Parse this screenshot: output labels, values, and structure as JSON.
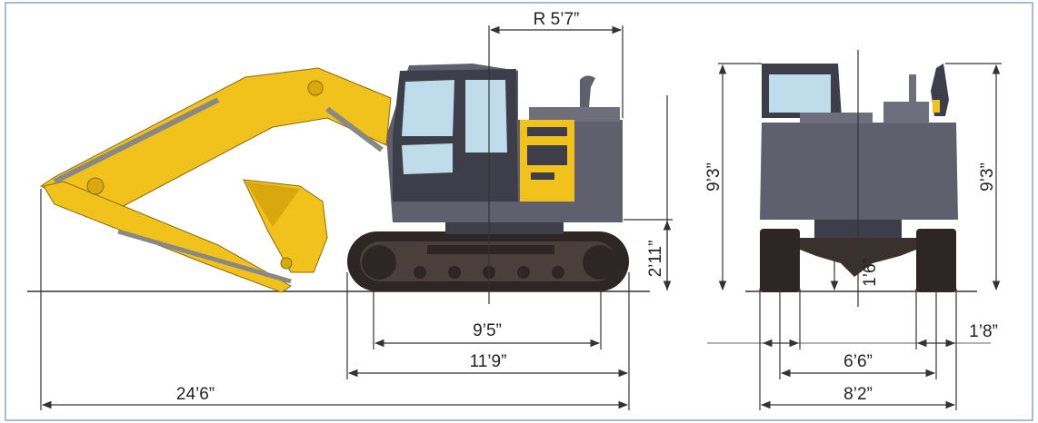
{
  "colors": {
    "boom_yellow": "#F2C21C",
    "boom_shade": "#D9A80F",
    "body_gray": "#5F5F6E",
    "body_dark": "#3E3E4A",
    "track_dark": "#2E2624",
    "glass": "#BFDCEB",
    "dimension_line": "#333333",
    "frame_border": "#8AA6C8"
  },
  "icons": {
    "arrow": "arrow-icon"
  },
  "side_view": {
    "tail_radius": "R 5’7”",
    "ground_clearance": "2’11”",
    "tumbler_distance": "9’5”",
    "track_length": "11’9”",
    "overall_length": "24’6”"
  },
  "rear_view": {
    "cab_height": "9’3”",
    "overall_height": "9’3”",
    "min_ground_clearance": "1’6”",
    "shoe_width": "1’8”",
    "track_gauge": "6’6”",
    "overall_width": "8’2”"
  }
}
